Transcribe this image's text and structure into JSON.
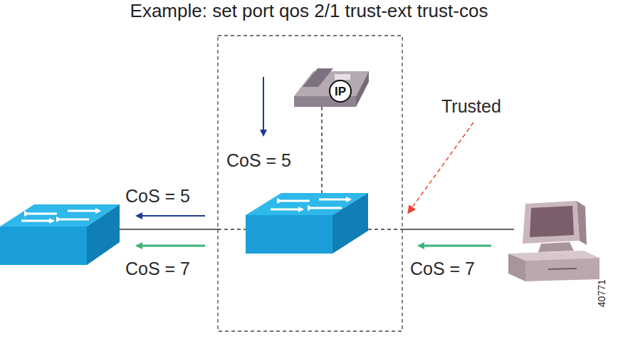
{
  "diagram": {
    "title": "Example: set port qos 2/1 trust-ext trust-cos",
    "nodes": [
      {
        "text": [
          "IP"
        ]
      }
    ],
    "labels": [
      "CoS = 5",
      "CoS = 5",
      "CoS = 7",
      "CoS = 7",
      "Trusted",
      "40771"
    ]
  }
}
